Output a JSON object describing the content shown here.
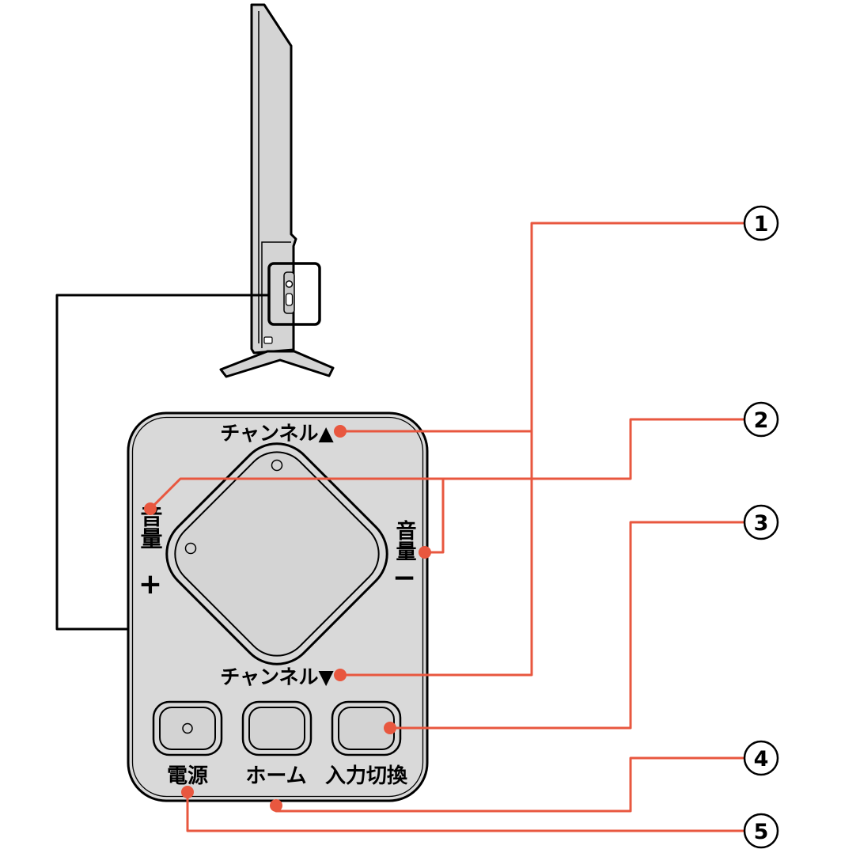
{
  "colors": {
    "callout": "#e8573f",
    "panel": "#d9d9d9",
    "tv_body": "#d4d4d4",
    "outline": "#000000"
  },
  "labels": {
    "channel_up": "チャンネル▲",
    "channel_down": "チャンネル▼",
    "volume_left": "音量",
    "volume_plus": "+",
    "volume_right": "音量",
    "volume_minus": "−",
    "power": "電源",
    "home": "ホーム",
    "input_switch": "入力切換"
  },
  "callouts": [
    "1",
    "2",
    "3",
    "4",
    "5"
  ]
}
